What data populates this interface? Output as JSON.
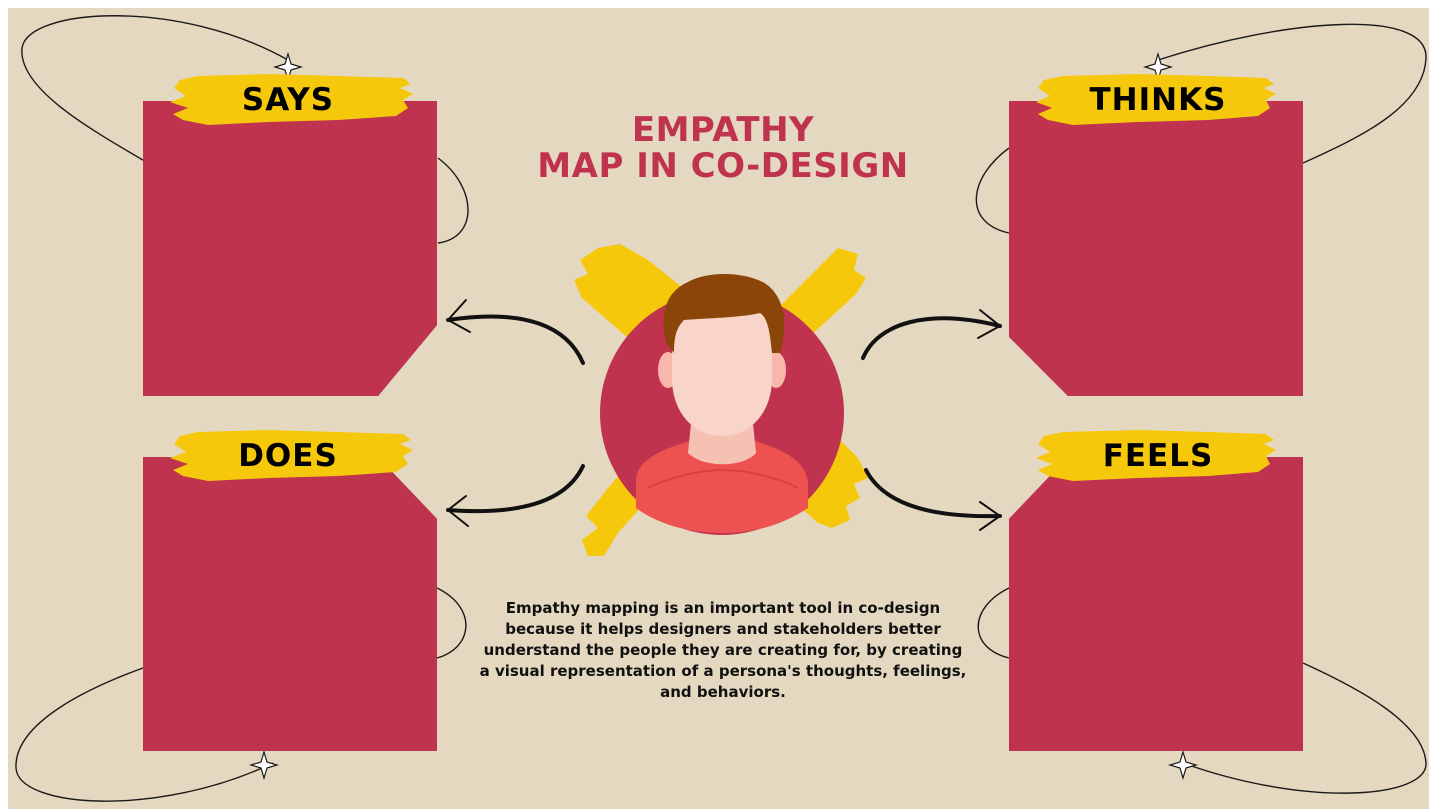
{
  "title": {
    "line1": "EMPATHY",
    "line2": "MAP IN CO-DESIGN"
  },
  "quadrants": {
    "says": "SAYS",
    "thinks": "THINKS",
    "does": "DOES",
    "feels": "FEELS"
  },
  "description": "Empathy mapping is an important tool in co-design because it helps designers and stakeholders better understand the people they are creating for, by creating a visual representation of a persona's thoughts, feelings, and behaviors.",
  "colors": {
    "background": "#e4d9c0",
    "panel": "#c0334f",
    "brush": "#f6c80b",
    "title": "#c0334f",
    "skin": "#f8d5c8",
    "hair": "#8b4508",
    "shirt": "#ee5250"
  },
  "icons": [
    "sparkle-icon",
    "arrow-icon",
    "persona-avatar-icon"
  ]
}
